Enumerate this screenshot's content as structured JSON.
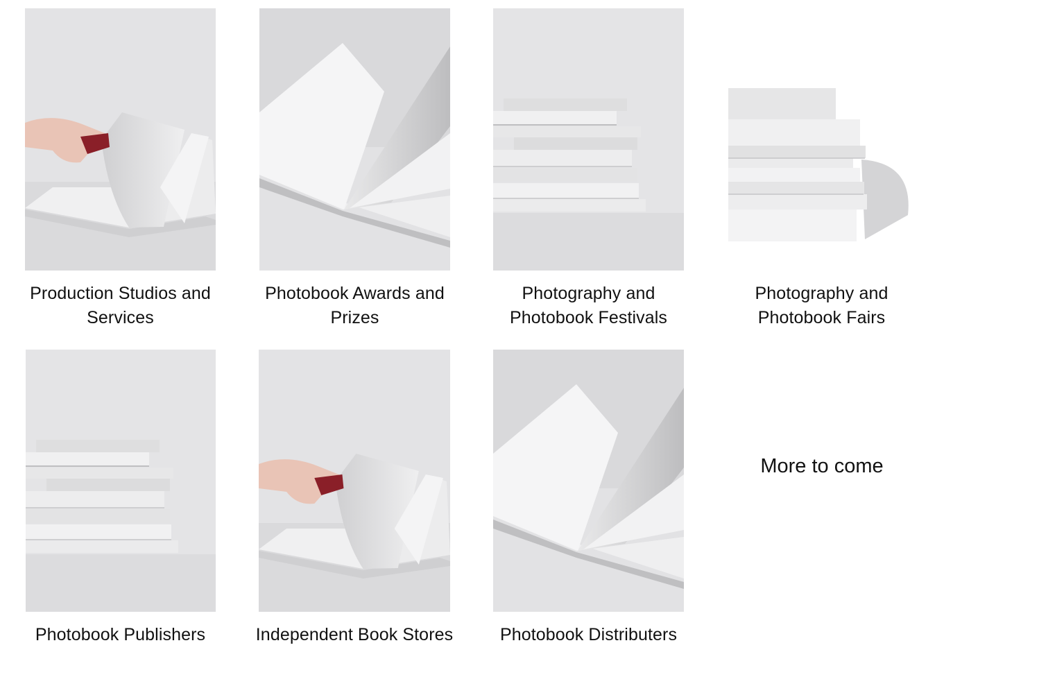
{
  "grid": {
    "items": [
      {
        "label": "Production Studios and Services",
        "image": "hand-turning-page-photo"
      },
      {
        "label": "Photobook Awards and Prizes",
        "image": "open-book-pages-photo"
      },
      {
        "label": "Photography and Photobook Festivals",
        "image": "book-stack-photo"
      },
      {
        "label": "Photography and Photobook Fairs",
        "image": "book-stack-shadow-photo"
      },
      {
        "label": "Photobook Publishers",
        "image": "book-stack-photo"
      },
      {
        "label": "Independent Book Stores",
        "image": "hand-turning-page-photo"
      },
      {
        "label": "Photobook Distributers",
        "image": "open-book-pages-photo"
      }
    ],
    "placeholder_label": "More to come"
  },
  "colors": {
    "photo_background": "#e6e6e8",
    "page_white": "#f6f6f6",
    "page_shadow": "#c9c9cb",
    "text": "#111111"
  }
}
